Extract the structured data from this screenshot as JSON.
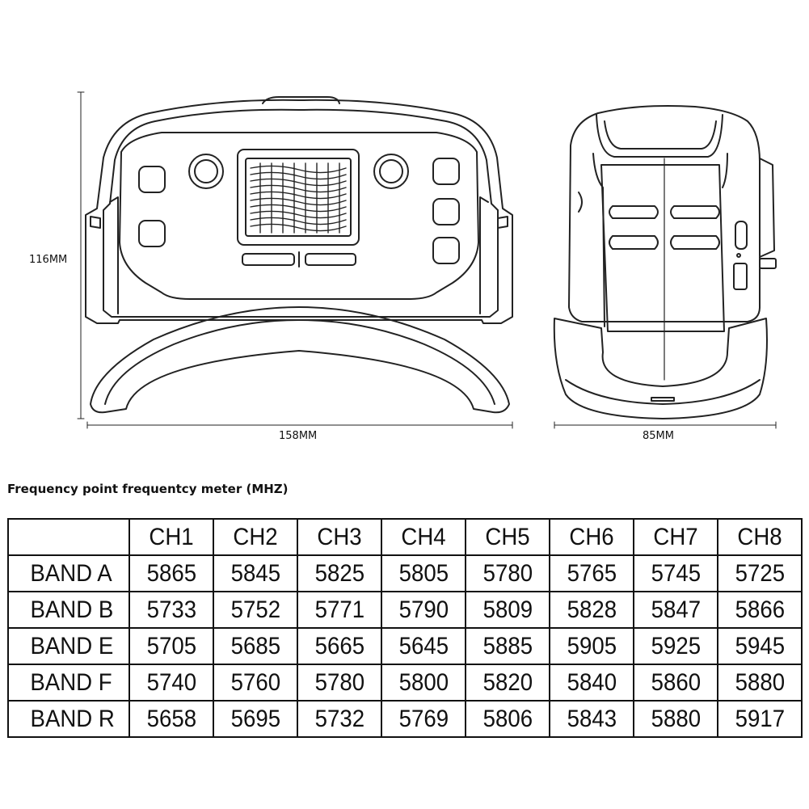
{
  "dimensions": {
    "height_label": "116MM",
    "width_label": "158MM",
    "depth_label": "85MM"
  },
  "table": {
    "title": "Frequency point frequentcy meter (MHZ)",
    "columns": [
      "CH1",
      "CH2",
      "CH3",
      "CH4",
      "CH5",
      "CH6",
      "CH7",
      "CH8"
    ],
    "rows": [
      {
        "band": "BAND A",
        "values": [
          "5865",
          "5845",
          "5825",
          "5805",
          "5780",
          "5765",
          "5745",
          "5725"
        ]
      },
      {
        "band": "BAND B",
        "values": [
          "5733",
          "5752",
          "5771",
          "5790",
          "5809",
          "5828",
          "5847",
          "5866"
        ]
      },
      {
        "band": "BAND E",
        "values": [
          "5705",
          "5685",
          "5665",
          "5645",
          "5885",
          "5905",
          "5925",
          "5945"
        ]
      },
      {
        "band": "BAND F",
        "values": [
          "5740",
          "5760",
          "5780",
          "5800",
          "5820",
          "5840",
          "5860",
          "5880"
        ]
      },
      {
        "band": "BAND R",
        "values": [
          "5658",
          "5695",
          "5732",
          "5769",
          "5806",
          "5843",
          "5880",
          "5917"
        ]
      }
    ]
  }
}
